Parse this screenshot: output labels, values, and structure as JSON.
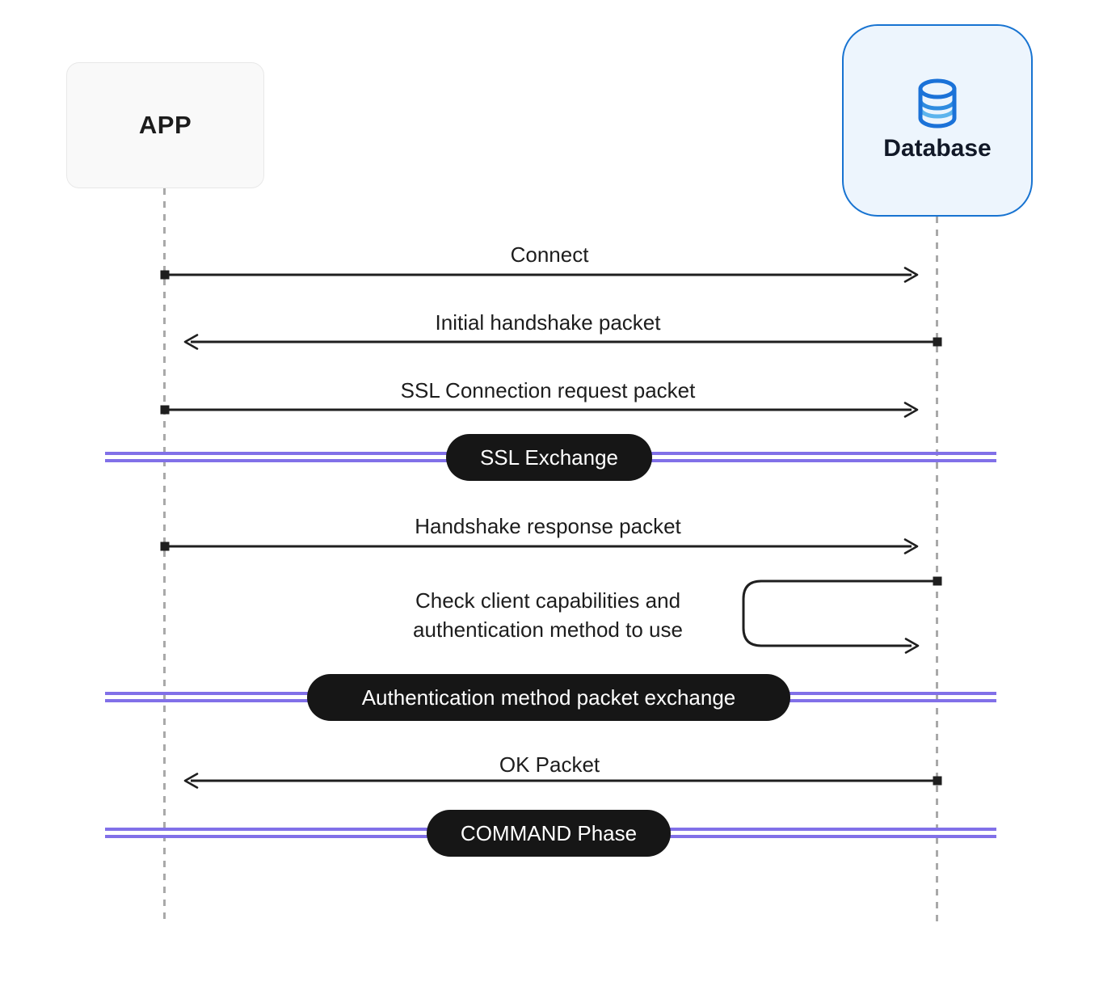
{
  "actors": {
    "app": {
      "label": "APP"
    },
    "database": {
      "label": "Database",
      "icon": "database-cylinder-icon"
    }
  },
  "messages": {
    "connect": {
      "label": "Connect",
      "from": "APP",
      "to": "Database"
    },
    "initial_handshake": {
      "label": "Initial handshake packet",
      "from": "Database",
      "to": "APP"
    },
    "ssl_request": {
      "label": "SSL Connection request packet",
      "from": "APP",
      "to": "Database"
    },
    "handshake_response": {
      "label": "Handshake response packet",
      "from": "APP",
      "to": "Database"
    },
    "check_capabilities": {
      "line1": "Check client capabilities and",
      "line2": "authentication method to use",
      "type": "self-loop",
      "actor": "Database"
    },
    "ok_packet": {
      "label": "OK Packet",
      "from": "Database",
      "to": "APP"
    }
  },
  "phases": {
    "ssl_exchange": {
      "label": "SSL Exchange"
    },
    "auth_exchange": {
      "label": "Authentication method packet exchange"
    },
    "command": {
      "label": "COMMAND Phase"
    }
  },
  "colors": {
    "phase_line_purple": "#8170e8",
    "pill_background": "#161616",
    "pill_text": "#ffffff",
    "arrow_black": "#1f1f1f",
    "lifeline_gray": "#a9a9a9",
    "app_box_background": "#f9f9f9",
    "database_box_background": "#edf5fd",
    "database_box_border": "#1773d1",
    "database_icon_blue": "#1b72d8",
    "database_icon_mid_blue": "#2f8ce0",
    "database_icon_light_blue": "#5db4ed",
    "text": "#1d1d1d"
  }
}
